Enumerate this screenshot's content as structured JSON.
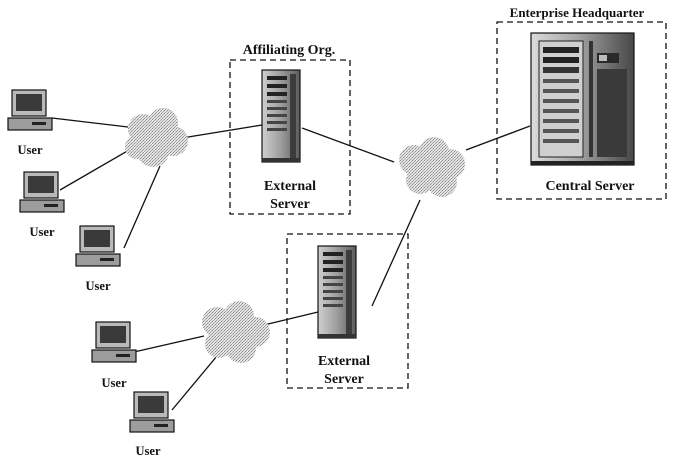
{
  "groups": {
    "affiliating": "Affiliating Org.",
    "headquarter": "Enterprise Headquarter"
  },
  "servers": {
    "external_1": [
      "External",
      "Server"
    ],
    "external_2": [
      "External",
      "Server"
    ],
    "central": "Central Server"
  },
  "users": [
    "User",
    "User",
    "User",
    "User",
    "User"
  ],
  "icons": {
    "user": "desktop-computer-icon",
    "server": "tower-server-icon",
    "network": "network-cloud-icon"
  }
}
